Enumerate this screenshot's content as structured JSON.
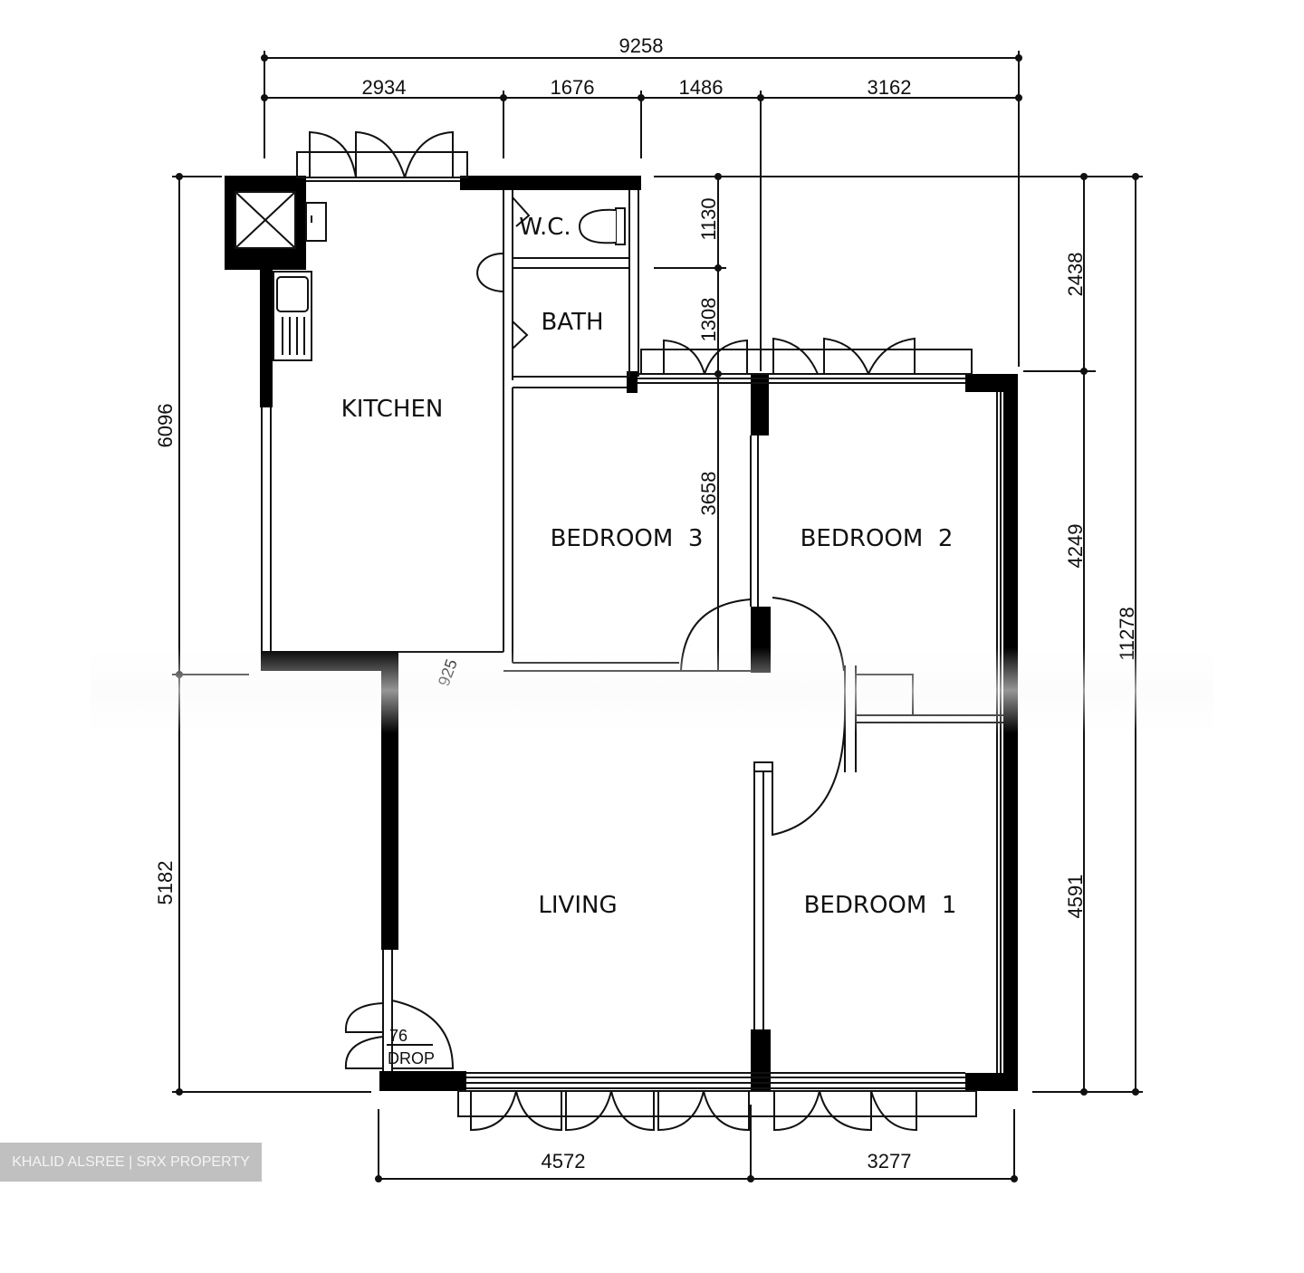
{
  "plan": {
    "rooms": {
      "kitchen": "KITCHEN",
      "wc": "W.C.",
      "bath": "BATH",
      "bedroom3": "BEDROOM  3",
      "bedroom2": "BEDROOM  2",
      "bedroom1": "BEDROOM  1",
      "living": "LIVING"
    },
    "dimensions": {
      "top_total": "9258",
      "top_segments": [
        "2934",
        "1676",
        "1486",
        "3162"
      ],
      "bottom_segments": [
        "4572",
        "3277"
      ],
      "left_segments": [
        "6096",
        "5182"
      ],
      "right_segments": [
        "2438",
        "4249",
        "4591"
      ],
      "right_total": "11278",
      "inner_vertical": [
        "1130",
        "1308",
        "3658"
      ]
    },
    "annotations": {
      "drop_value": "76",
      "drop_label": "DROP",
      "step_mark": "925"
    }
  },
  "watermark": "KHALID ALSREE | SRX PROPERTY"
}
